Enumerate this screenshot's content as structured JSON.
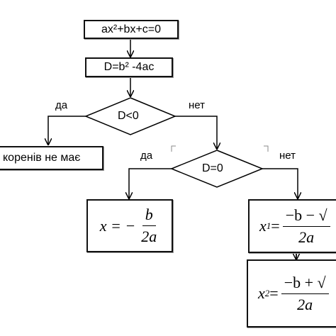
{
  "process": {
    "equation": "ax²+bx+c=0",
    "discriminant": "D=b² -4ac",
    "no_roots": "коренів не має"
  },
  "decisions": {
    "d_less_zero": "D<0",
    "d_equal_zero": "D=0"
  },
  "branch_labels": {
    "first_yes": "да",
    "first_no": "нет",
    "second_yes": "да",
    "second_no": "нет"
  },
  "formulas": {
    "single_root": {
      "lhs": "x = −",
      "num": "b",
      "den": "2a"
    },
    "root_one": {
      "lhs": "x",
      "sub": "1",
      "eq": " =",
      "num": "−b − √",
      "den": "2a"
    },
    "root_two": {
      "lhs": "x",
      "sub": "2",
      "eq": " =",
      "num": "−b + √",
      "den": "2a"
    }
  }
}
